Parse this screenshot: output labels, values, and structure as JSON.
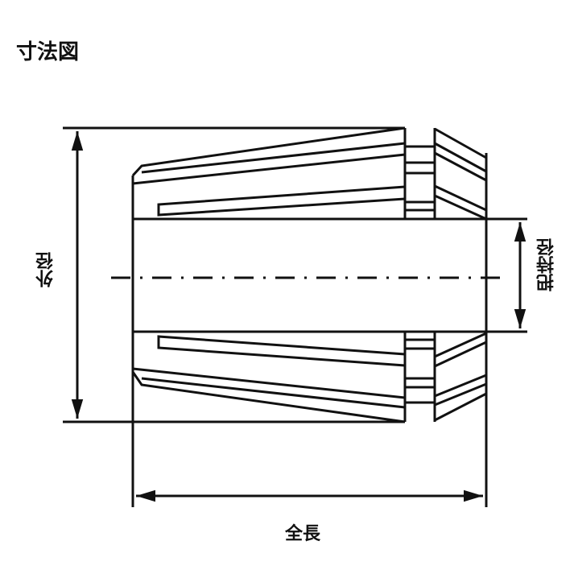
{
  "title": "寸法図",
  "labels": {
    "outer_diameter": "外径",
    "grip_diameter": "把持径",
    "overall_length": "全長"
  },
  "colors": {
    "line": "#111111",
    "background": "#ffffff"
  }
}
